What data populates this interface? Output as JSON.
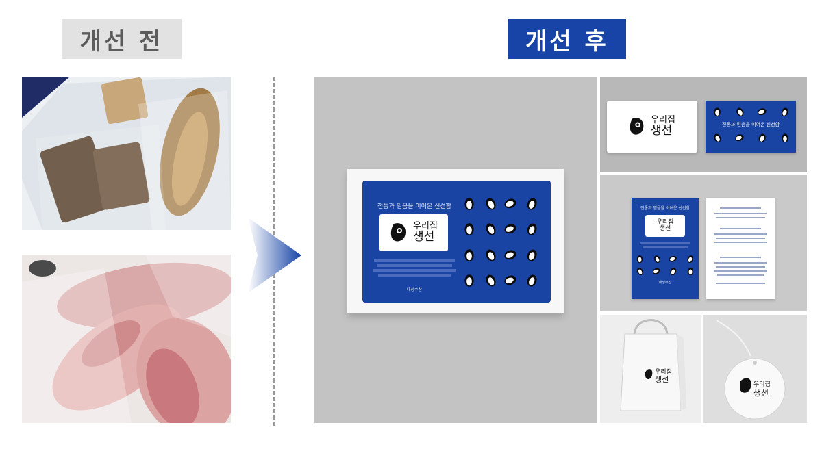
{
  "headers": {
    "before": "개선 전",
    "after": "개선 후"
  },
  "packaging": {
    "tagline": "전통과 믿음을 이어온 신선함",
    "logo_line1": "우리집",
    "logo_line2": "생선",
    "brand": "대성수산"
  },
  "colors": {
    "brand_blue": "#1A44A3",
    "before_header_bg": "#E2E2E2",
    "after_header_bg": "#1744A6"
  },
  "icons": {
    "arrow": "chevron-right-gradient",
    "penguin": "penguin-illustration",
    "fish_photo": "fish-photo"
  }
}
